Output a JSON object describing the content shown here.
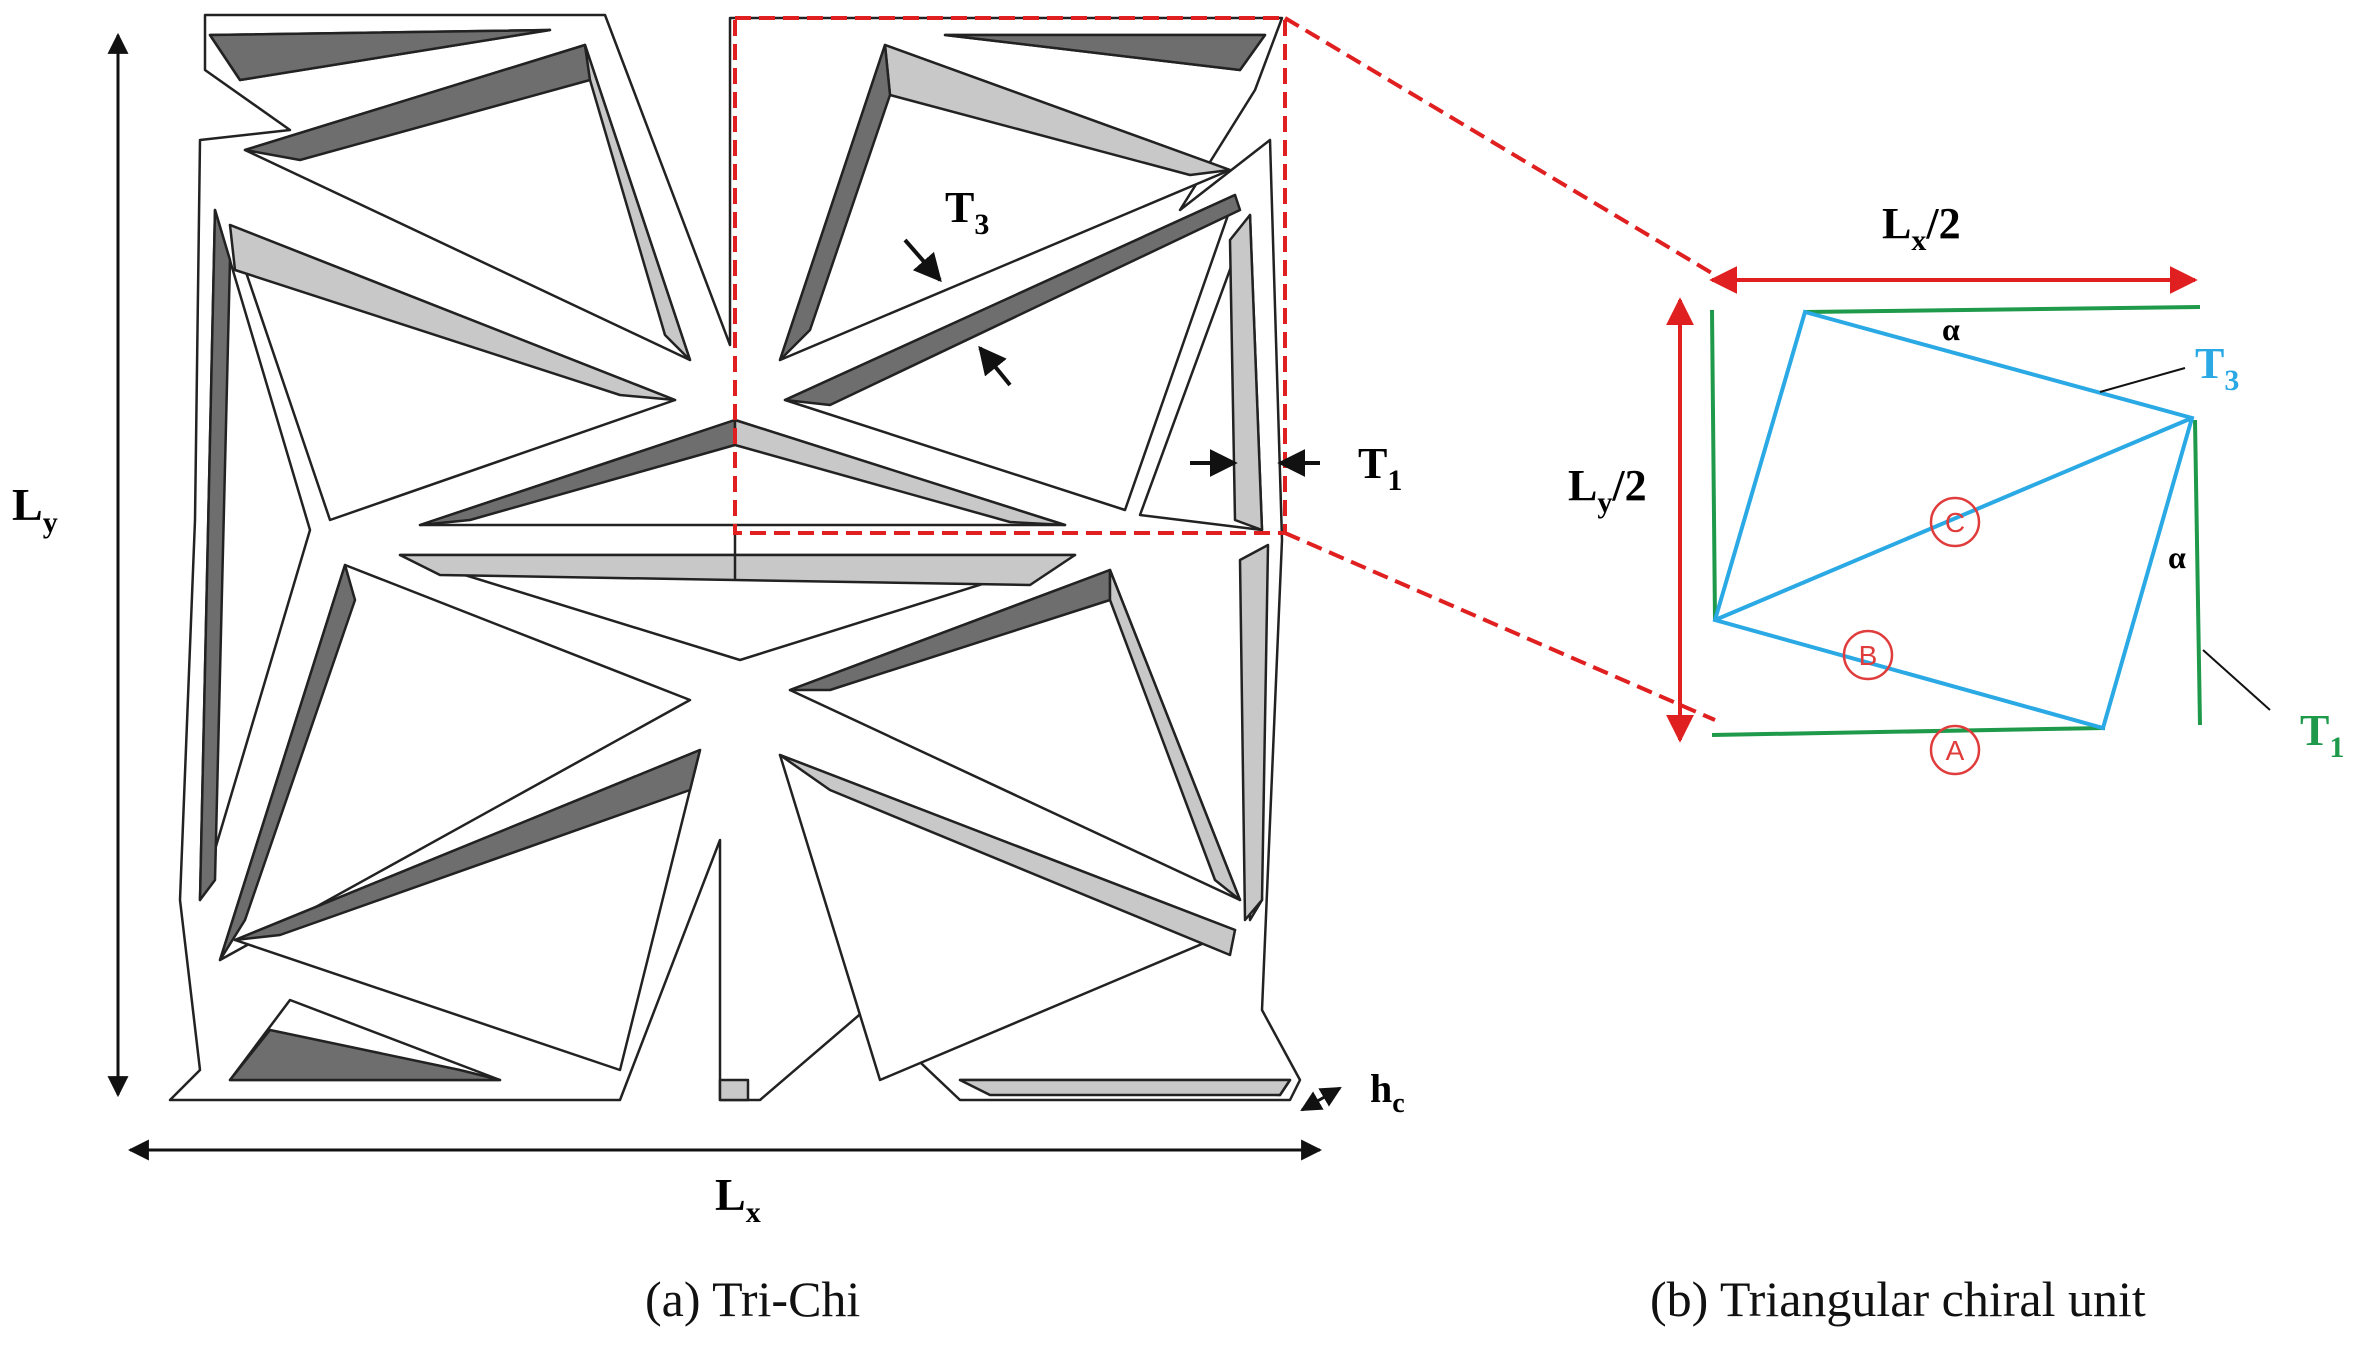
{
  "panel_a": {
    "labels": {
      "Ly": {
        "main": "L",
        "sub": "y"
      },
      "Lx": {
        "main": "L",
        "sub": "x"
      },
      "T3": {
        "main": "T",
        "sub": "3"
      },
      "T1": {
        "main": "T",
        "sub": "1"
      },
      "hc": {
        "main": "h",
        "sub": "c"
      }
    },
    "caption": "(a) Tri-Chi"
  },
  "panel_b": {
    "labels": {
      "Lx2": {
        "main": "L",
        "sub": "x",
        "suffix": "/2"
      },
      "Ly2": {
        "main": "L",
        "sub": "y",
        "suffix": "/2"
      },
      "T3": {
        "main": "T",
        "sub": "3"
      },
      "T1": {
        "main": "T",
        "sub": "1"
      },
      "alpha_top": "α",
      "alpha_right": "α"
    },
    "markers": {
      "A": "A",
      "B": "B",
      "C": "C"
    },
    "caption": "(b) Triangular chiral unit"
  },
  "colors": {
    "highlight": "#e02020",
    "cyan": "#2aa9e4",
    "green": "#1e9a4a",
    "marker_red": "#e03c3c",
    "wall_face": "#ffffff",
    "wall_shadow_dark": "#6e6e6e",
    "wall_shadow_light": "#c8c8c8",
    "outline": "#222222"
  }
}
